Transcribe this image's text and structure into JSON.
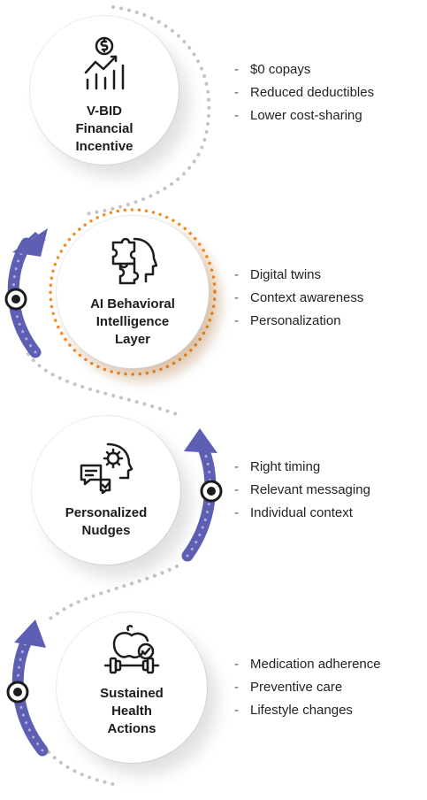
{
  "steps": [
    {
      "title_lines": [
        "V-BID",
        "Financial",
        "Incentive"
      ],
      "icon": "financial-growth-chart-icon",
      "bullets": [
        "$0 copays",
        "Reduced deductibles",
        "Lower cost-sharing"
      ]
    },
    {
      "title_lines": [
        "AI Behavioral",
        "Intelligence",
        "Layer"
      ],
      "icon": "ai-brain-puzzle-icon",
      "bullets": [
        "Digital twins",
        "Context awareness",
        "Personalization"
      ]
    },
    {
      "title_lines": [
        "Personalized",
        "Nudges"
      ],
      "icon": "messaging-brain-gear-icon",
      "bullets": [
        "Right timing",
        "Relevant messaging",
        "Individual context"
      ]
    },
    {
      "title_lines": [
        "Sustained",
        "Health",
        "Actions"
      ],
      "icon": "apple-dumbbell-check-icon",
      "bullets": [
        "Medication adherence",
        "Preventive care",
        "Lifestyle changes"
      ]
    }
  ],
  "colors": {
    "arrow": "#5d5fb3",
    "arrow_dots": "#aeb0dc",
    "accent_orange": "#f28c28",
    "connector": "#c4c4c4",
    "text": "#1c1c1c"
  }
}
